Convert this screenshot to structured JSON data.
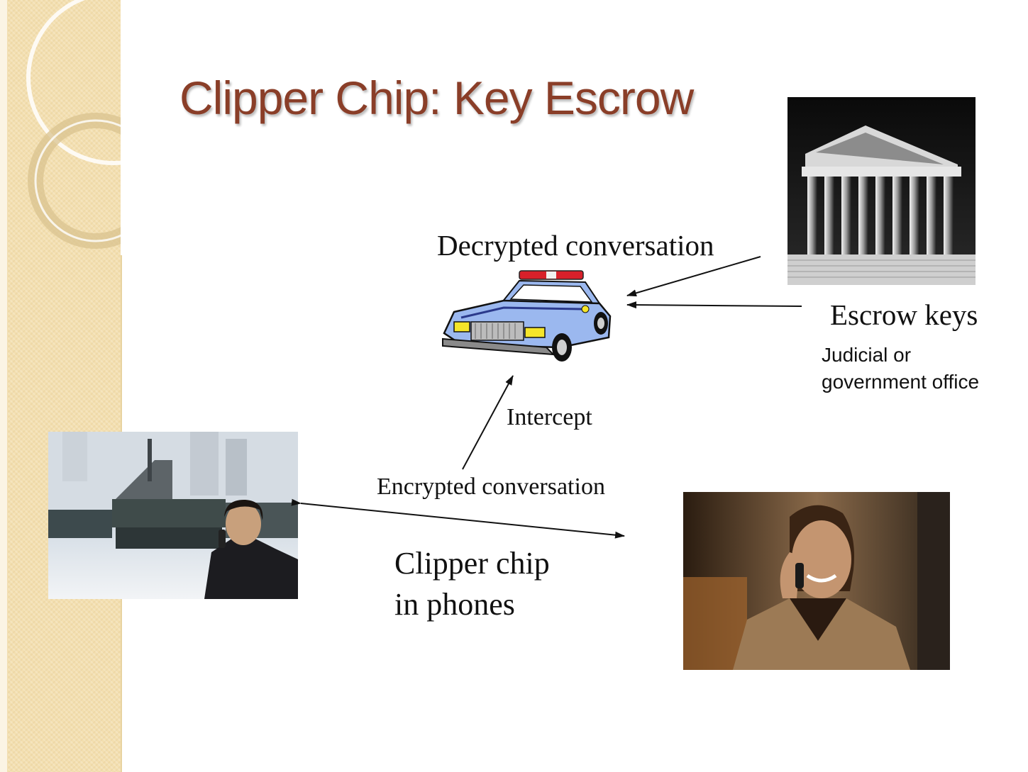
{
  "slide": {
    "title": "Clipper Chip: Key Escrow"
  },
  "labels": {
    "decrypted": "Decrypted conversation",
    "escrow_keys": "Escrow keys",
    "judicial_line1": "Judicial or",
    "judicial_line2": "government office",
    "intercept": "Intercept",
    "encrypted": "Encrypted conversation",
    "clipper_line1": "Clipper chip",
    "clipper_line2": "in phones"
  },
  "images": {
    "courthouse": "courthouse-photo",
    "police_car": "police-car-clipart",
    "phone_caller_left": "woman-on-phone-by-harbor-photo",
    "phone_caller_right": "woman-on-phone-smiling-photo"
  },
  "colors": {
    "title": "#8a3e28",
    "side_band": "#f3dfb0",
    "car_body": "#9bb8ef",
    "car_lights": "#d8202a"
  }
}
